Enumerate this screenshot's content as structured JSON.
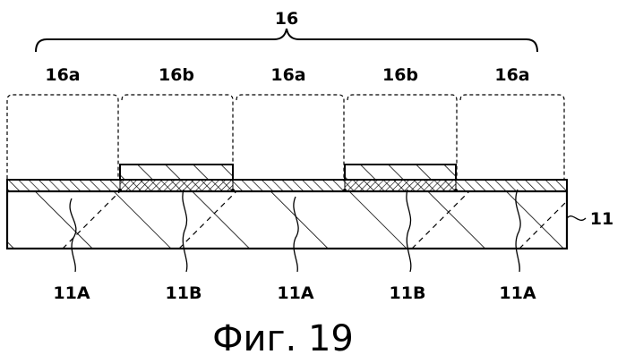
{
  "figure": {
    "caption": "Фиг. 19",
    "top_label": "16",
    "region_labels": [
      "16a",
      "16b",
      "16a",
      "16b",
      "16a"
    ],
    "bottom_labels": [
      "11A",
      "11B",
      "11A",
      "11B",
      "11A"
    ],
    "side_label": "11"
  }
}
